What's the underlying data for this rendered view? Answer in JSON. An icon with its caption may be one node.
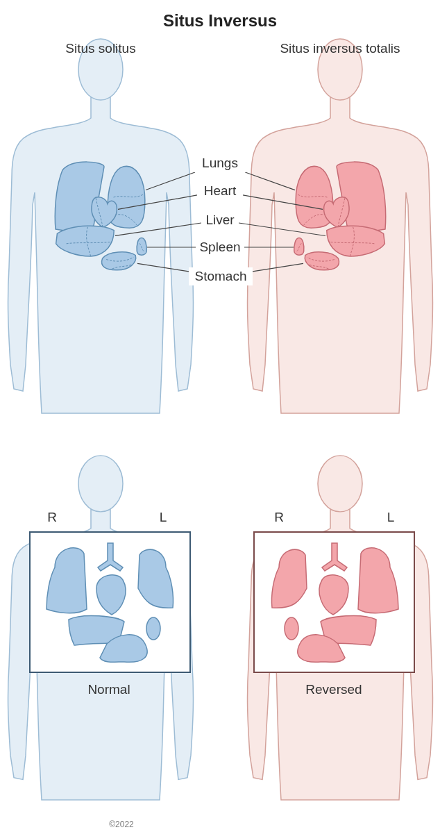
{
  "diagram": {
    "title": "Situs Inversus",
    "nodes": [
      {
        "text": [
          "Lungs"
        ]
      },
      {
        "text": [
          "Heart"
        ]
      },
      {
        "text": [
          "Liver"
        ]
      },
      {
        "text": [
          "Spleen"
        ]
      },
      {
        "text": [
          "Stomach"
        ]
      },
      {
        "text": [],
        "shape": "picture"
      },
      {
        "text": [],
        "shape": "picture"
      },
      {
        "text": [],
        "shape": "picture"
      },
      {
        "text": [],
        "shape": "picture"
      },
      {
        "text": [],
        "shape": "picture"
      },
      {
        "text": [],
        "shape": "picture"
      },
      {
        "text": [],
        "shape": "picture"
      },
      {
        "text": [],
        "shape": "picture"
      },
      {
        "text": [],
        "shape": "picture"
      },
      {
        "text": [],
        "shape": "picture"
      }
    ],
    "edges": [
      {
        "from": 0,
        "to": 5,
        "arrow": "none"
      },
      {
        "from": 0,
        "to": 10,
        "arrow": "none"
      },
      {
        "from": 1,
        "to": 6,
        "arrow": "none"
      },
      {
        "from": 1,
        "to": 11,
        "arrow": "none"
      },
      {
        "from": 2,
        "to": 7,
        "arrow": "none"
      },
      {
        "from": 2,
        "to": 12,
        "arrow": "none"
      },
      {
        "from": 3,
        "to": 8,
        "arrow": "none"
      },
      {
        "from": 3,
        "to": 13,
        "arrow": "none"
      },
      {
        "from": 4,
        "to": 9,
        "arrow": "none"
      },
      {
        "from": 4,
        "to": 14,
        "arrow": "none"
      }
    ],
    "labels": [
      "Situs solitus",
      "Situs inversus totalis",
      "R",
      "L",
      "R",
      "L",
      "Normal",
      "Reversed",
      "©2022"
    ]
  }
}
